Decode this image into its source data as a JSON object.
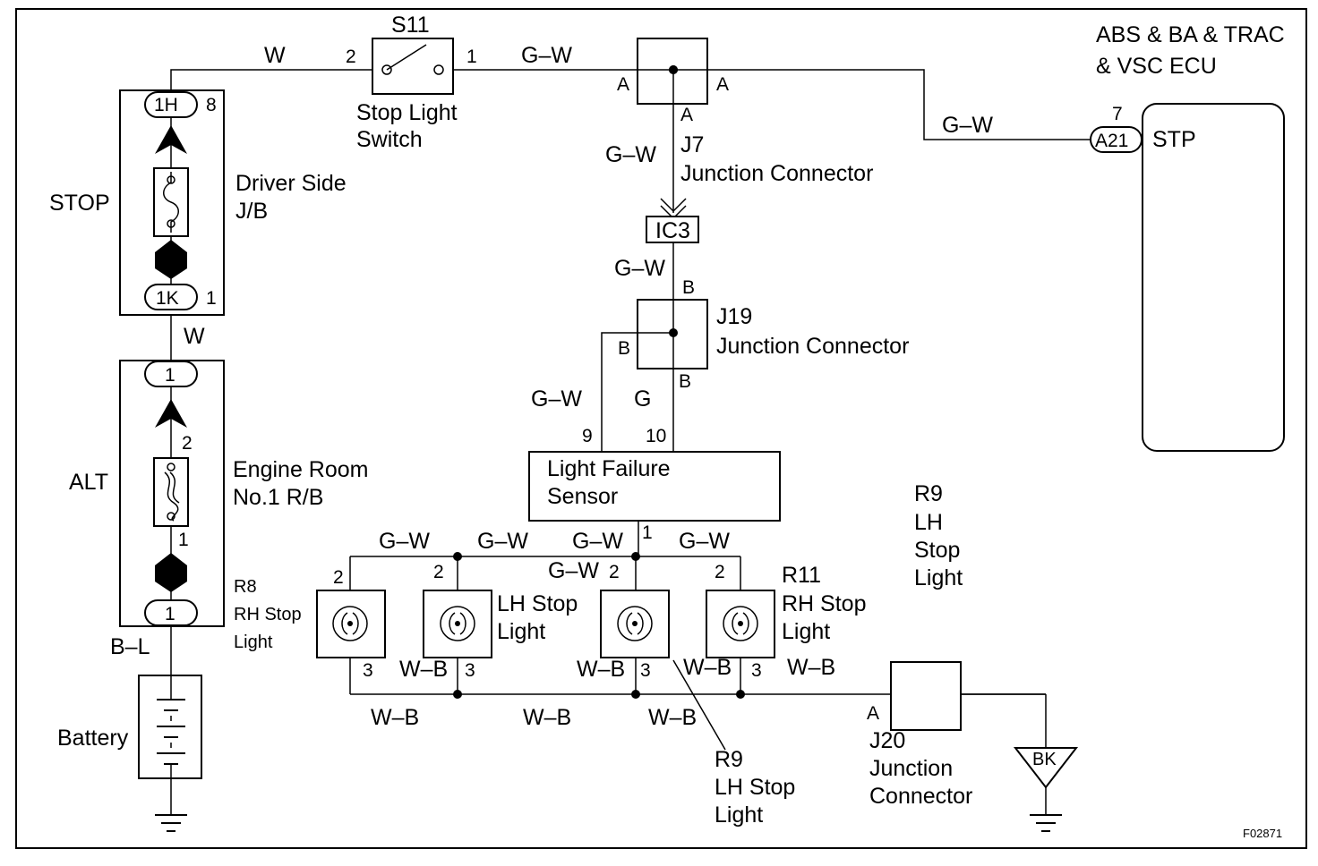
{
  "ecu": {
    "title_line1": "ABS & BA & TRAC",
    "title_line2": "& VSC ECU",
    "connector": "A21",
    "pin": "7",
    "terminal": "STP"
  },
  "stop_light_switch": {
    "code": "S11",
    "name_line1": "Stop Light",
    "name_line2": "Switch",
    "pin_in": "2",
    "pin_out": "1"
  },
  "j7": {
    "code": "J7",
    "name": "Junction Connector",
    "pin_left": "A",
    "pin_right": "A",
    "pin_bottom": "A"
  },
  "ic3": {
    "code": "IC3"
  },
  "j19": {
    "code": "J19",
    "name": "Junction Connector",
    "pin_top": "B",
    "pin_left": "B",
    "pin_bottom": "B"
  },
  "j20": {
    "code": "J20",
    "name_line1": "Junction",
    "name_line2": "Connector",
    "pin": "A"
  },
  "ground": {
    "code": "BK"
  },
  "fuse_stop": {
    "label": "STOP",
    "connector_in": "1H",
    "pin_in": "8",
    "connector_out": "1K",
    "pin_out": "1",
    "jb_line1": "Driver Side",
    "jb_line2": "J/B"
  },
  "fuse_alt": {
    "label": "ALT",
    "connector_in": "1",
    "connector_out": "1",
    "pin_upper": "2",
    "pin_lower": "1",
    "rb_line1": "Engine Room",
    "rb_line2": "No.1 R/B"
  },
  "battery": {
    "label": "Battery"
  },
  "sensor": {
    "name_line1": "Light Failure",
    "name_line2": "Sensor",
    "pin_gw": "9",
    "pin_g": "10",
    "pin_out": "1"
  },
  "lamps": {
    "r8": {
      "code": "R8",
      "line1": "RH Stop",
      "line2": "Light",
      "pin_top": "2",
      "pin_bottom": "3"
    },
    "lh1": {
      "line1": "LH Stop",
      "line2": "Light",
      "pin_top": "2",
      "pin_bottom": "3"
    },
    "r9": {
      "code": "R9",
      "line1": "LH Stop",
      "line2": "Light",
      "pin_top": "2",
      "pin_bottom": "3"
    },
    "r11": {
      "code": "R11",
      "line1": "RH Stop",
      "line2": "Light",
      "pin_top": "2",
      "pin_bottom": "3"
    }
  },
  "r9_note": {
    "line1": "R9",
    "line2": "LH",
    "line3": "Stop",
    "line4": "Light"
  },
  "wires": {
    "w": "W",
    "gw": "G–W",
    "g": "G",
    "wb": "W–B",
    "bl": "B–L"
  },
  "figure_id": "F02871"
}
